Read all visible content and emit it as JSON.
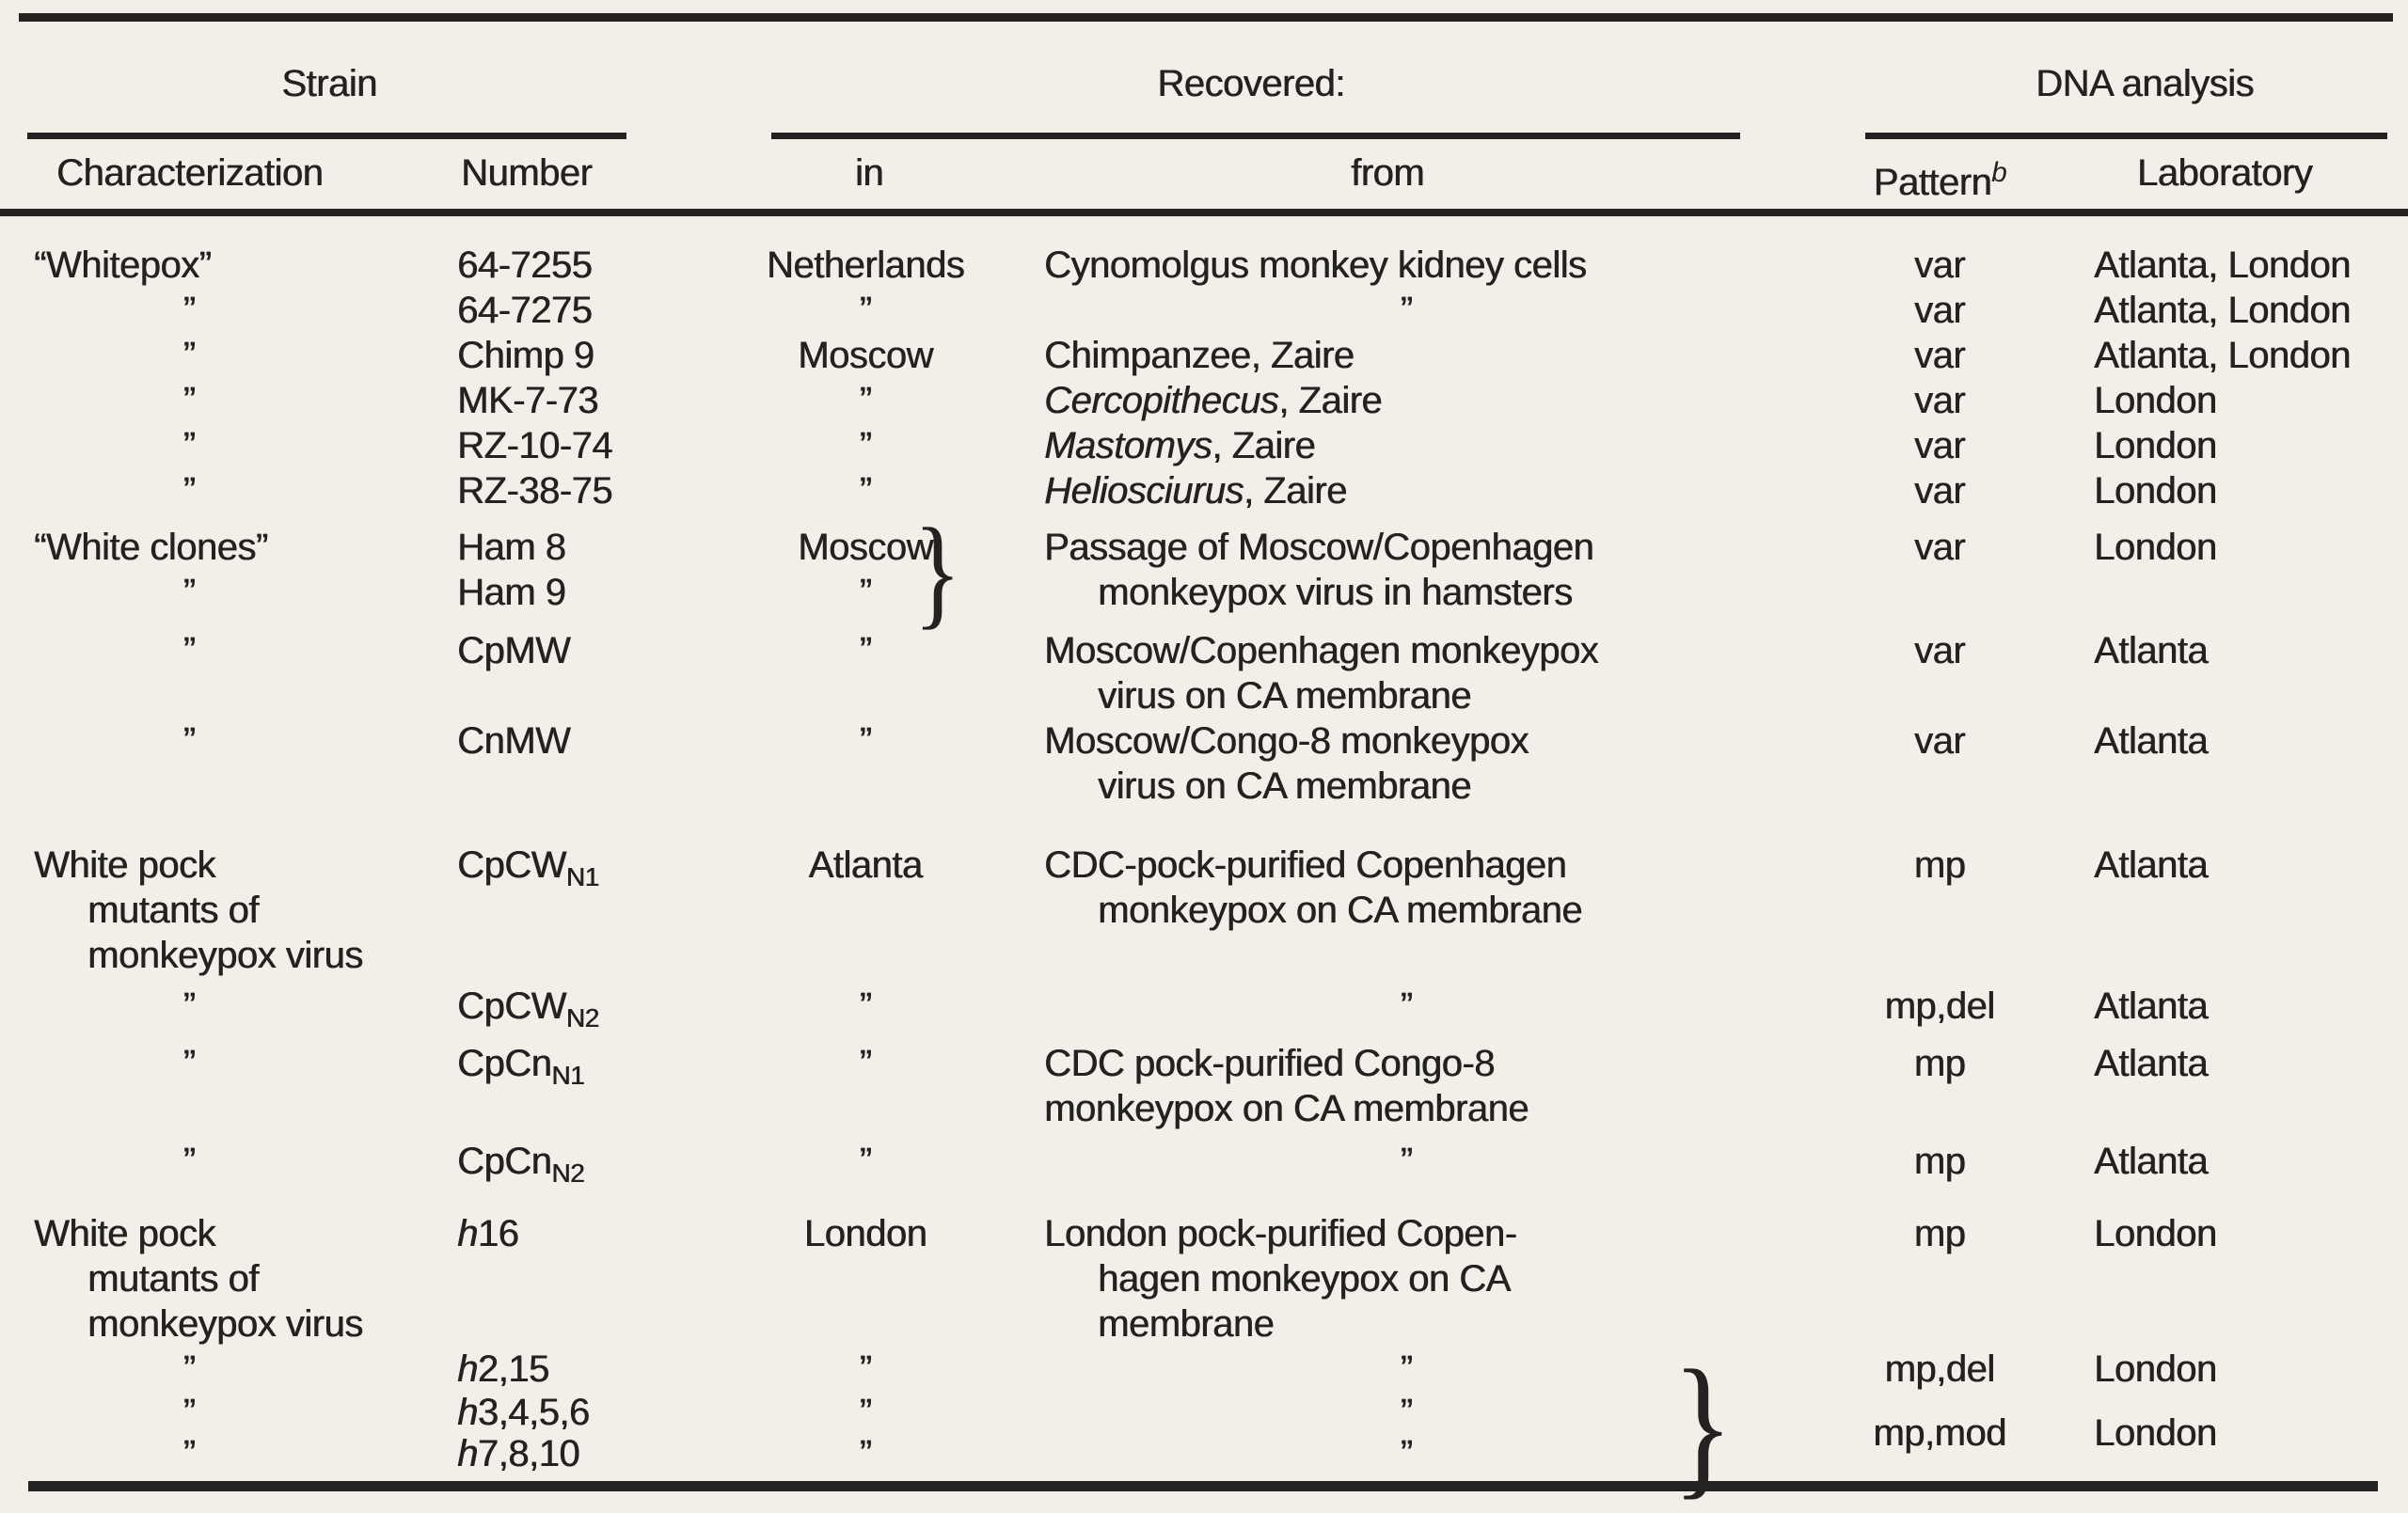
{
  "colors": {
    "background": "#f1efe8",
    "ink": "#232221"
  },
  "ditto": "”",
  "header": {
    "strain": "Strain",
    "recovered": "Recovered:",
    "dna": "DNA analysis",
    "characterization": "Characterization",
    "number": "Number",
    "in": "in",
    "from": "from",
    "pattern": "Pattern",
    "pattern_footnote": "b",
    "laboratory": "Laboratory"
  },
  "rows": {
    "r1": {
      "ch": "“Whitepox”",
      "num": "64-7255",
      "in": "Netherlands",
      "from": "Cynomolgus monkey kidney cells",
      "pat": "var",
      "lab": "Atlanta, London"
    },
    "r2": {
      "num": "64-7275",
      "pat": "var",
      "lab": "Atlanta, London"
    },
    "r3": {
      "num": "Chimp 9",
      "in": "Moscow",
      "from": "Chimpanzee, Zaire",
      "pat": "var",
      "lab": "Atlanta, London"
    },
    "r4": {
      "num": "MK-7-73",
      "from_it": "Cercopithecus",
      "from_rest": ", Zaire",
      "pat": "var",
      "lab": "London"
    },
    "r5": {
      "num": "RZ-10-74",
      "from_it": "Mastomys",
      "from_rest": ", Zaire",
      "pat": "var",
      "lab": "London"
    },
    "r6": {
      "num": "RZ-38-75",
      "from_it": "Heliosciurus",
      "from_rest": ", Zaire",
      "pat": "var",
      "lab": "London"
    },
    "r7": {
      "ch": "“White clones”",
      "num": "Ham 8",
      "in": "Moscow",
      "brace": "}",
      "from1": "Passage of Moscow/Copenhagen",
      "from2": "monkeypox virus in hamsters",
      "pat": "var",
      "lab": "London"
    },
    "r8": {
      "num": "Ham 9"
    },
    "r9": {
      "num": "CpMW",
      "from1": "Moscow/Copenhagen monkeypox",
      "from2": "virus on CA membrane",
      "pat": "var",
      "lab": "Atlanta"
    },
    "r10": {
      "num": "CnMW",
      "from1": "Moscow/Congo-8 monkeypox",
      "from2": "virus on CA membrane",
      "pat": "var",
      "lab": "Atlanta"
    },
    "r11": {
      "ch1": "White pock",
      "ch2": "mutants of",
      "ch3": "monkeypox virus",
      "num_base": "CpCW",
      "num_sub": "N1",
      "in": "Atlanta",
      "from1": "CDC-pock-purified Copenhagen",
      "from2": "monkeypox on CA membrane",
      "pat": "mp",
      "lab": "Atlanta"
    },
    "r12": {
      "num_base": "CpCW",
      "num_sub": "N2",
      "pat": "mp,del",
      "lab": "Atlanta"
    },
    "r13": {
      "num_base": "CpCn",
      "num_sub": "N1",
      "from1": "CDC pock-purified Congo-8",
      "from2": "monkeypox on CA membrane",
      "pat": "mp",
      "lab": "Atlanta"
    },
    "r14": {
      "num_base": "CpCn",
      "num_sub": "N2",
      "pat": "mp",
      "lab": "Atlanta"
    },
    "r15": {
      "ch1": "White pock",
      "ch2": "mutants of",
      "ch3": "monkeypox virus",
      "num_it": "h",
      "num_rest": "16",
      "in": "London",
      "from1": "London pock-purified Copen-",
      "from2": "hagen monkeypox on CA",
      "from3": "membrane",
      "pat": "mp",
      "lab": "London"
    },
    "r16": {
      "num_it": "h",
      "num_rest": "2,15",
      "pat": "mp,del",
      "lab": "London"
    },
    "r17": {
      "num_it": "h",
      "num_rest": "3,4,5,6",
      "brace": "}",
      "pat": "mp,mod",
      "lab": "London"
    },
    "r18": {
      "num_it": "h",
      "num_rest": "7,8,10"
    }
  }
}
